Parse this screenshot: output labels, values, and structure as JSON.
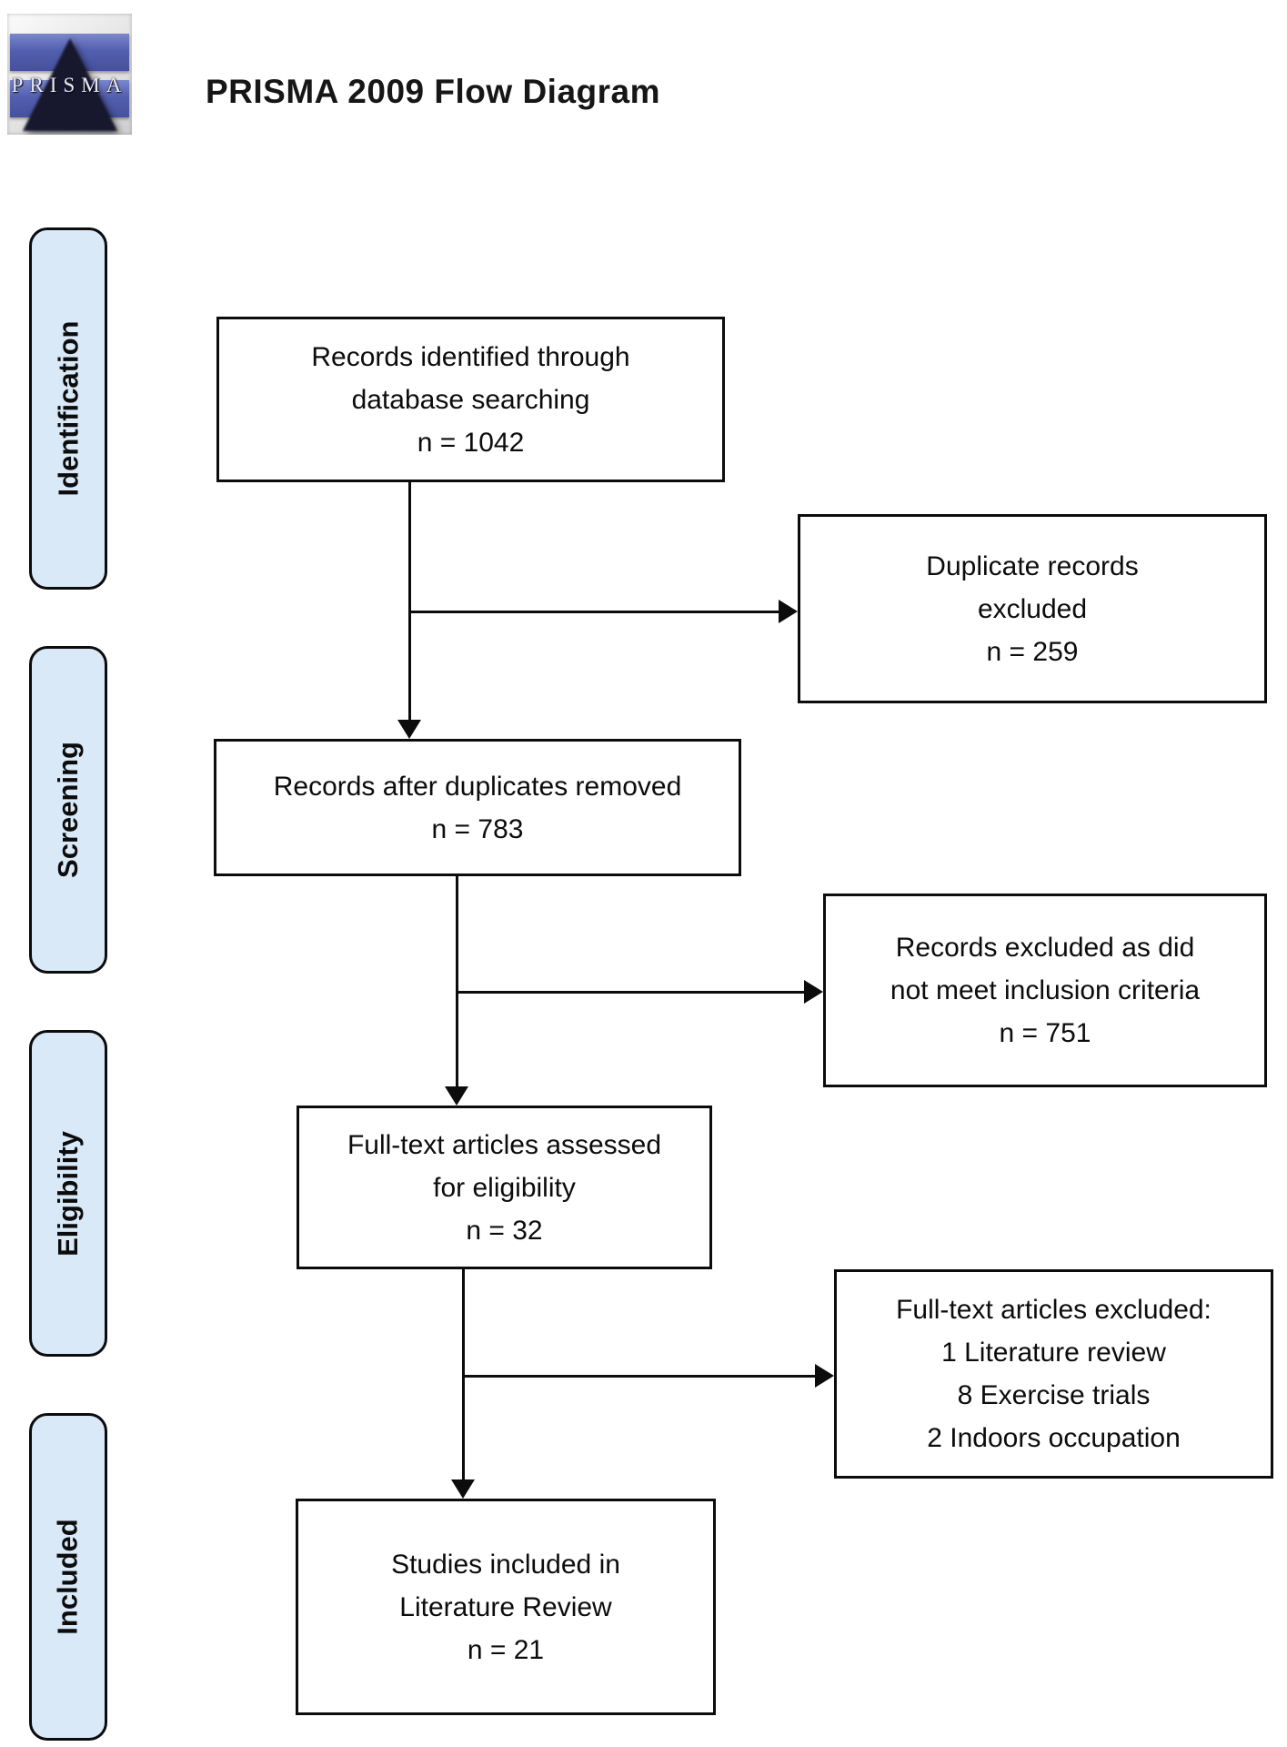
{
  "header": {
    "title": "PRISMA 2009 Flow Diagram",
    "logo_text": "PRISMA"
  },
  "stages": [
    {
      "label": "Identification"
    },
    {
      "label": "Screening"
    },
    {
      "label": "Eligibility"
    },
    {
      "label": "Included"
    }
  ],
  "flow_boxes": [
    {
      "id": "identified",
      "lines": [
        "Records identified through",
        "database searching",
        "n = 1042"
      ]
    },
    {
      "id": "after_duplicates",
      "lines": [
        "Records after duplicates removed",
        "n = 783"
      ]
    },
    {
      "id": "fulltext_assessed",
      "lines": [
        "Full-text articles assessed",
        "for eligibility",
        "n = 32"
      ]
    },
    {
      "id": "included_studies",
      "lines": [
        "Studies included in",
        "Literature Review",
        "n = 21"
      ]
    }
  ],
  "exclusion_boxes": [
    {
      "id": "duplicates_excluded",
      "lines": [
        "Duplicate records",
        "excluded",
        "n = 259"
      ]
    },
    {
      "id": "records_excluded",
      "lines": [
        "Records excluded as did",
        "not meet inclusion criteria",
        "n = 751"
      ]
    },
    {
      "id": "fulltext_excluded",
      "lines": [
        "Full-text articles excluded:",
        "1 Literature review",
        "8 Exercise trials",
        "2 Indoors occupation"
      ]
    }
  ],
  "colors": {
    "stage_fill": "#d9e9f8",
    "line_and_border": "#0c0c0c",
    "logo_band_blue": "#5260af",
    "logo_triangle": "#17172e",
    "background": "#ffffff"
  }
}
